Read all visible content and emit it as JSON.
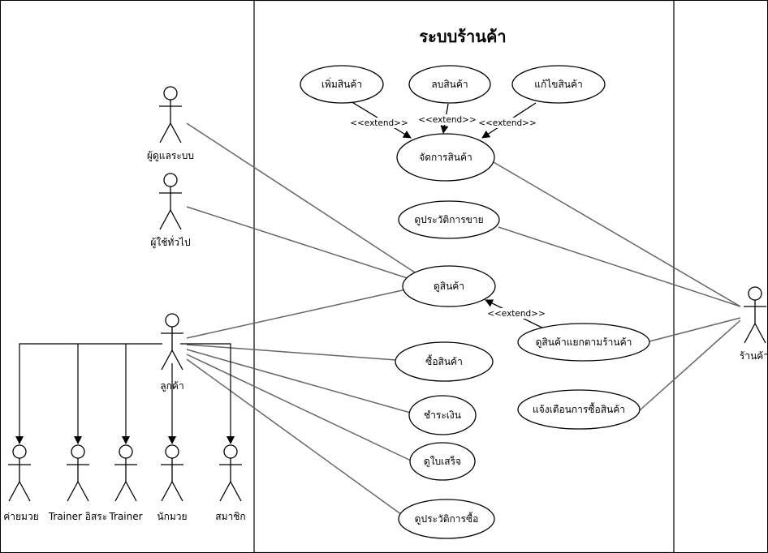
{
  "system": {
    "title": "ระบบร้านค้า"
  },
  "actors": {
    "admin": "ผู้ดูแลระบบ",
    "guest": "ผู้ใช้ทั่วไป",
    "customer": "ลูกค้า",
    "store": "ร้านค้า",
    "camp": "ค่ายมวย",
    "trainer_free": "Trainer อิสระ",
    "trainer": "Trainer",
    "boxer": "นักมวย",
    "member": "สมาชิก"
  },
  "usecases": {
    "add_product": "เพิ่มสินค้า",
    "delete_product": "ลบสินค้า",
    "edit_product": "แก้ไขสินค้า",
    "manage_product": "จัดการสินค้า",
    "sales_history": "ดูประวัติการขาย",
    "view_product": "ดูสินค้า",
    "view_by_store": "ดูสินค้าแยกตามร้านค้า",
    "buy_product": "ซื้อสินค้า",
    "pay": "ชำระเงิน",
    "view_receipt": "ดูใบเสร็จ",
    "purchase_history": "ดูประวัติการซื้อ",
    "notify_purchase": "แจ้งเตือนการซื้อสินค้า"
  },
  "extend_label": "<<extend>>"
}
